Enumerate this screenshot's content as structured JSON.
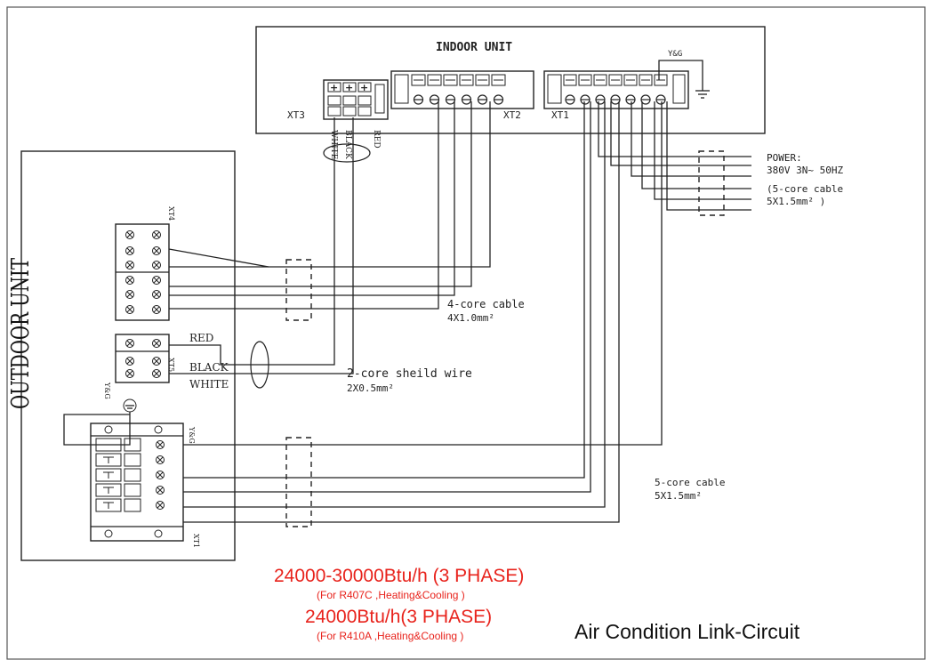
{
  "indoor_unit": {
    "title": "INDOOR UNIT",
    "xt3": "XT3",
    "xt2": "XT2",
    "xt1": "XT1",
    "yg": "Y&G",
    "xt3_wire_labels": [
      "WHITE",
      "BLACK",
      "RED"
    ]
  },
  "outdoor_unit": {
    "title": "OUTDOOR UNIT"
  },
  "power": {
    "line1": "POWER:",
    "line2": "380V 3N~ 50HZ",
    "line3": "(5-core cable",
    "line4": "5X1.5mm² )"
  },
  "cables": {
    "four_core": {
      "line1": "4-core cable",
      "line2": "4X1.0mm²"
    },
    "two_core": {
      "line1": "2-core sheild wire",
      "line2": "2X0.5mm²"
    },
    "five_core": {
      "line1": "5-core cable",
      "line2": "5X1.5mm²"
    }
  },
  "wire_labels": {
    "red": "RED",
    "black": "BLACK",
    "white": "WHITE"
  },
  "model": {
    "line1": "24000-30000Btu/h (3 PHASE)",
    "line2": "(For R407C ,Heating&Cooling )",
    "line3": "24000Btu/h(3 PHASE)",
    "line4": "(For R410A ,Heating&Cooling )"
  },
  "caption": "Air Condition Link-Circuit",
  "colors": {
    "model_text": "#e8231c",
    "line": "#222222"
  }
}
